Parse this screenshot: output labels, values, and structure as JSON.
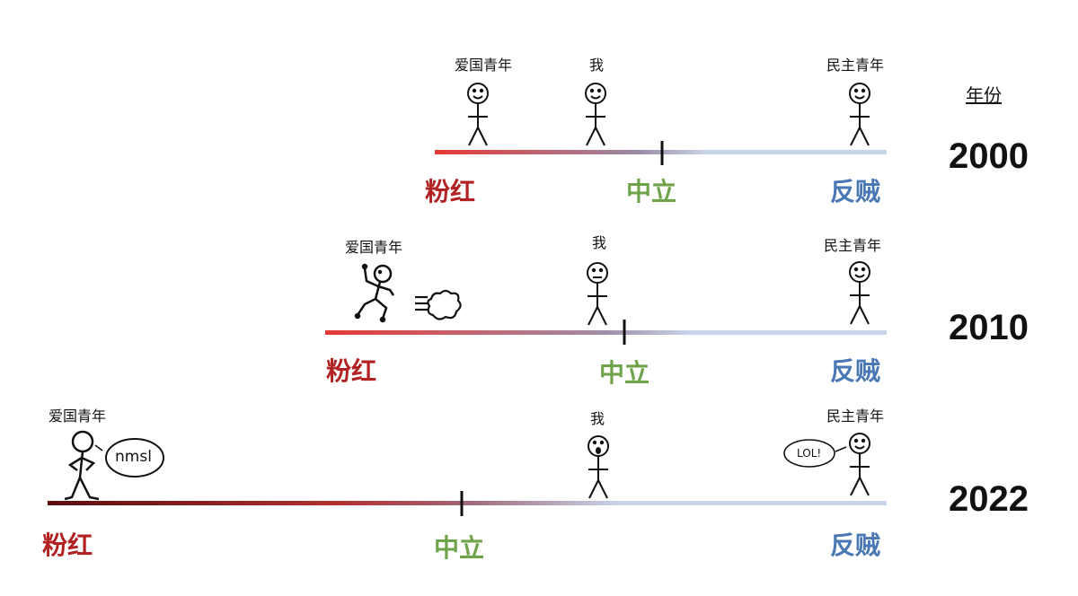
{
  "header": {
    "year_col": "年份"
  },
  "rows": [
    {
      "year": "2000",
      "labels": {
        "left": "粉红",
        "mid": "中立",
        "right": "反贼"
      },
      "figures": {
        "patriot": "爱国青年",
        "me": "我",
        "democrat": "民主青年"
      }
    },
    {
      "year": "2010",
      "labels": {
        "left": "粉红",
        "mid": "中立",
        "right": "反贼"
      },
      "figures": {
        "patriot": "爱国青年",
        "me": "我",
        "democrat": "民主青年"
      }
    },
    {
      "year": "2022",
      "labels": {
        "left": "粉红",
        "mid": "中立",
        "right": "反贼"
      },
      "figures": {
        "patriot": "爱国青年",
        "me": "我",
        "democrat": "民主青年"
      },
      "bubbles": {
        "patriot": "nmsl",
        "democrat": "LOL!"
      }
    }
  ],
  "colors": {
    "red": "#e53935",
    "dark_red": "#7a1010",
    "blue": "#c8d4ea",
    "pink": "#b22222",
    "green": "#6fa34a",
    "steel": "#4a78b4"
  }
}
